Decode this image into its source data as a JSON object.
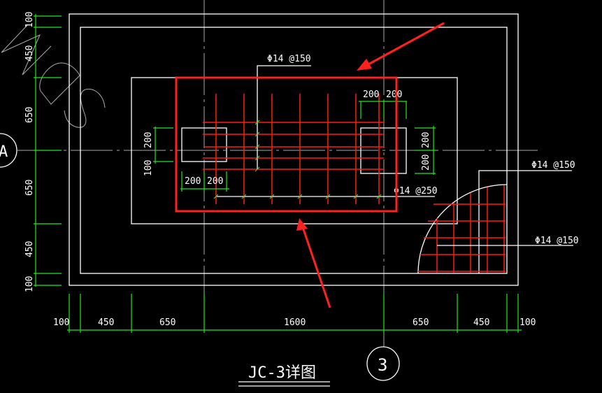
{
  "title": "JC-3详图",
  "axis_labels": {
    "row": "A",
    "column": "3"
  },
  "annotations": {
    "top_rebar": "Φ14 @150",
    "bottom_rebar": "Φ14 @250",
    "section_rebar_top": "Φ14 @150",
    "section_rebar_bottom": "Φ14 @150"
  },
  "dims_bottom": [
    "100",
    "450",
    "650",
    "1600",
    "650",
    "450",
    "100"
  ],
  "dims_left": [
    "100",
    "450",
    "650",
    "650",
    "450",
    "100"
  ],
  "dims_column_left": {
    "h1": "200",
    "h2": "200",
    "v1": "200",
    "v2": "100"
  },
  "dims_column_right": {
    "h1": "200",
    "h2": "200",
    "v1": "200",
    "v2": "200"
  },
  "colors": {
    "background": "#000000",
    "lines": "#ffffff",
    "dimensions": "#1ee81e",
    "rebar": "#ff1a1a",
    "highlight": "#ff2020"
  }
}
